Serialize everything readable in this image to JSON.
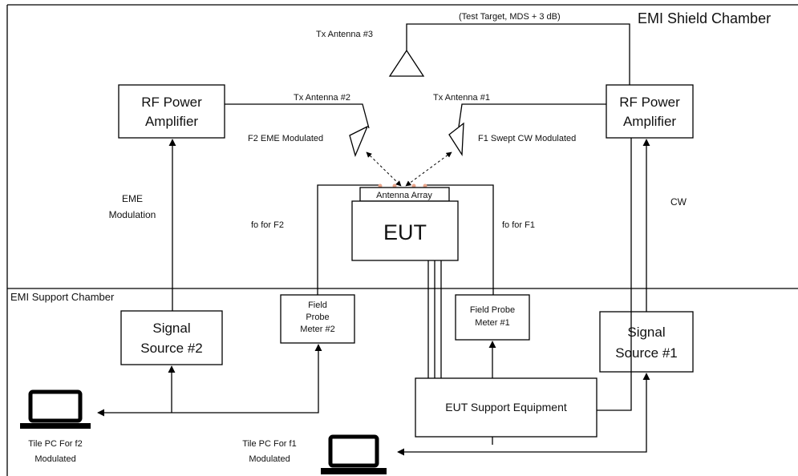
{
  "chambers": {
    "shield": "EMI Shield Chamber",
    "support": "EMI Support Chamber"
  },
  "antennas": {
    "tx3": "Tx Antenna #3",
    "tx2": "Tx Antenna #2",
    "tx1": "Tx Antenna #1",
    "test_target": "(Test Target, MDS + 3 dB)",
    "f2_label": "F2 EME Modulated",
    "f1_label": "F1 Swept CW Modulated"
  },
  "blocks": {
    "rf_amp_left": [
      "RF Power",
      "Amplifier"
    ],
    "rf_amp_right": [
      "RF Power",
      "Amplifier"
    ],
    "antenna_array": "Antenna Array",
    "eut": "EUT",
    "signal_source_2": [
      "Signal",
      "Source #2"
    ],
    "signal_source_1": [
      "Signal",
      "Source #1"
    ],
    "field_probe_2": [
      "Field",
      "Probe",
      "Meter  #2"
    ],
    "field_probe_1": [
      "Field Probe",
      "Meter  #1"
    ],
    "eut_support": "EUT Support Equipment"
  },
  "labels": {
    "eme_modulation": [
      "EME",
      "Modulation"
    ],
    "cw": "CW",
    "fo_f2": "fo for F2",
    "fo_f1": "fo for F1",
    "pc_f2": [
      "Tile PC For f2",
      "Modulated"
    ],
    "pc_f1": [
      "Tile PC For f1",
      "Modulated"
    ]
  },
  "icons": [
    "laptop-icon",
    "antenna-icon",
    "arrow-icon"
  ]
}
